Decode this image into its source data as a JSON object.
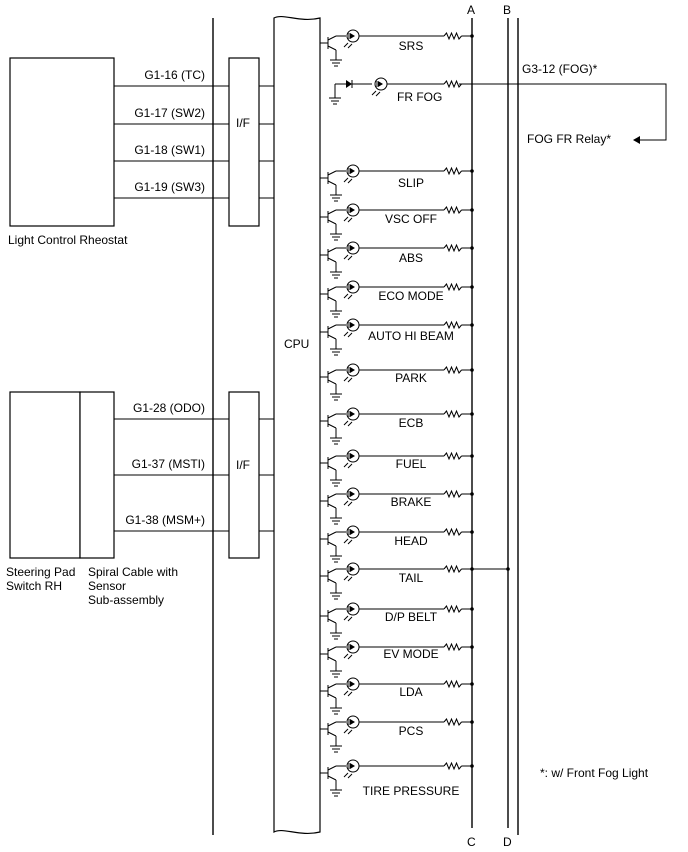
{
  "left_components": {
    "rheostat": {
      "label": "Light Control Rheostat",
      "pins": [
        "G1-16 (TC)",
        "G1-17 (SW2)",
        "G1-18 (SW1)",
        "G1-19 (SW3)"
      ]
    },
    "steering": {
      "label_switch": [
        "Steering Pad",
        "Switch RH"
      ],
      "label_cable": [
        "Spiral Cable with",
        "Sensor",
        "Sub-assembly"
      ],
      "pins": [
        "G1-28 (ODO)",
        "G1-37 (MSTI)",
        "G1-38 (MSM+)"
      ]
    }
  },
  "interfaces": [
    "I/F",
    "I/F"
  ],
  "cpu_label": "CPU",
  "bus_labels": {
    "a": "A",
    "b": "B",
    "c": "C",
    "d": "D"
  },
  "indicators": [
    "SRS",
    "FR FOG",
    "SLIP",
    "VSC OFF",
    "ABS",
    "ECO MODE",
    "AUTO HI BEAM",
    "PARK",
    "ECB",
    "FUEL",
    "BRAKE",
    "HEAD",
    "TAIL",
    "D/P BELT",
    "EV MODE",
    "LDA",
    "PCS",
    "TIRE PRESSURE"
  ],
  "fog": {
    "connector": "G3-12 (FOG)*",
    "relay": "FOG FR Relay*"
  },
  "footnote": "*: w/ Front Fog Light"
}
